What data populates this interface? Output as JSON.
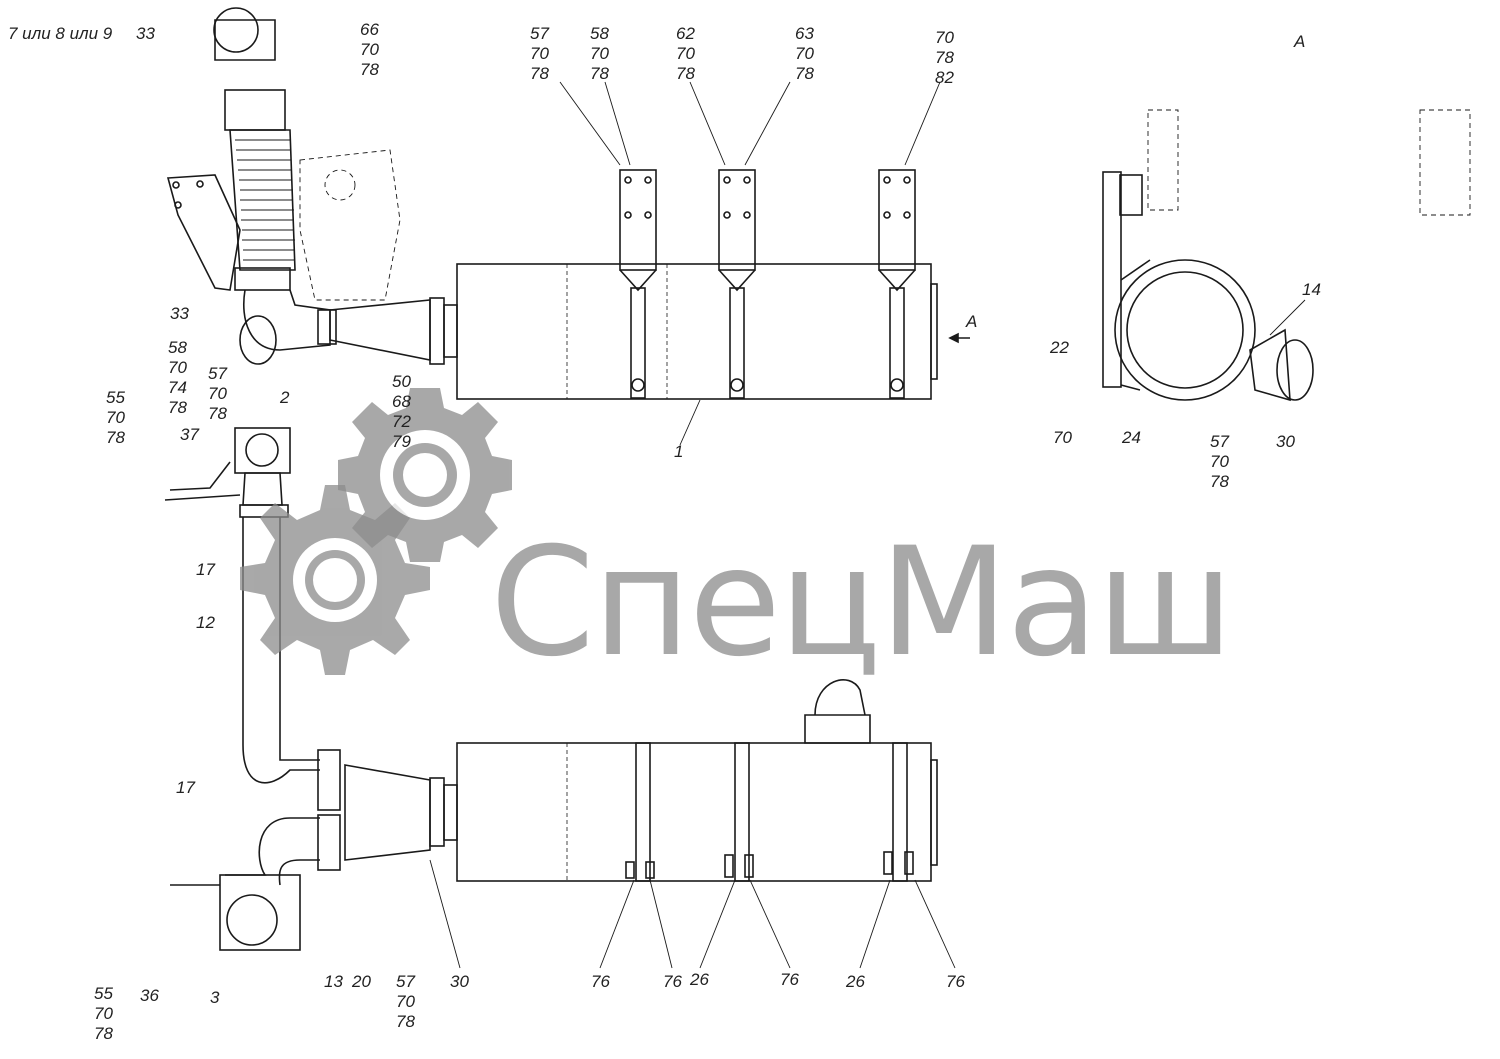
{
  "header_note": "7 или 8 или 9",
  "view_label": "A",
  "section_arrow_label": "A",
  "watermark": "СпецМаш",
  "labels": {
    "l33_top": "33",
    "l66_stack": [
      "66",
      "70",
      "78"
    ],
    "l57_stack_top": [
      "57",
      "70",
      "78"
    ],
    "l58_stack_top": [
      "58",
      "70",
      "78"
    ],
    "l62_stack": [
      "62",
      "70",
      "78"
    ],
    "l63_stack": [
      "63",
      "70",
      "78"
    ],
    "l70_stack_top": [
      "70",
      "78",
      "82"
    ],
    "l33_mid": "33",
    "l58_stack_left": [
      "58",
      "70",
      "74",
      "78"
    ],
    "l57_stack_left": [
      "57",
      "70",
      "78"
    ],
    "l55_stack_left": [
      "55",
      "70",
      "78"
    ],
    "l2": "2",
    "l50_stack": [
      "50",
      "68",
      "72",
      "79"
    ],
    "l37": "37",
    "l1": "1",
    "l14": "14",
    "l22": "22",
    "l70_side": "70",
    "l24": "24",
    "l57_stack_side": [
      "57",
      "70",
      "78"
    ],
    "l30_side": "30",
    "l17_upper": "17",
    "l12": "12",
    "l17_lower": "17",
    "l55_stack_bottom": [
      "55",
      "70",
      "78"
    ],
    "l36": "36",
    "l3": "3",
    "l13": "13",
    "l20": "20",
    "l57_stack_bottom": [
      "57",
      "70",
      "78"
    ],
    "l30_bottom": "30",
    "l76_a": "76",
    "l76_b": "76",
    "l26_a": "26",
    "l76_c": "76",
    "l26_b": "26",
    "l76_d": "76"
  },
  "colors": {
    "line": "#1a1a1a",
    "watermark": "#8c8c8c"
  }
}
